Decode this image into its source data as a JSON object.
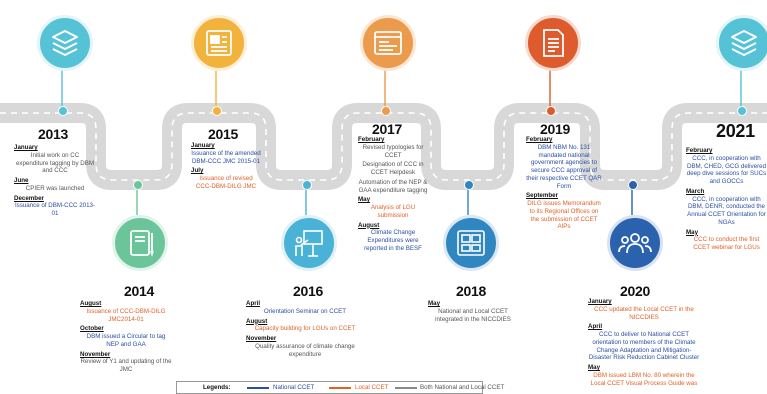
{
  "colors": {
    "national": "#2b4fa3",
    "local": "#e0622a",
    "both": "#8a8a8a",
    "road": "#d8d8d8",
    "road_dash": "#ffffff",
    "c2013": "#56c2d6",
    "c2014": "#6cc59a",
    "c2015": "#f2b33d",
    "c2016": "#4ab2d6",
    "c2017": "#ec9a4b",
    "c2018": "#2f86c0",
    "c2019": "#dd5b2c",
    "c2020": "#2a62ae",
    "c2021": "#56c2d6"
  },
  "icons": {
    "y2013": "layers-icon",
    "y2014": "notebook-icon",
    "y2015": "news-icon",
    "y2016": "presentation-icon",
    "y2017": "browser-window-icon",
    "y2018": "dashboard-icon",
    "y2019": "document-icon",
    "y2020": "people-group-icon",
    "y2021": "layers-icon"
  },
  "y2013": {
    "year": "2013",
    "m1": "January",
    "t1": "Initial work on CC expenditure tagging by DBM and CCC",
    "m2": "June",
    "t2": "CPIER was launched",
    "m3": "December",
    "t3": "Issuance of DBM-CCC 2013-01"
  },
  "y2014": {
    "year": "2014",
    "m1": "August",
    "t1": "Issuance of CCC-DBM-DILG JMC2014-01",
    "m2": "October",
    "t2": "DBM issued a Circular to tag NEP and GAA",
    "m3": "November",
    "t3": "Review of Y1 and updating of the JMC"
  },
  "y2015": {
    "year": "2015",
    "m1": "January",
    "t1": "Issuance of the amended DBM-CCC JMC 2015-01",
    "m2": "July",
    "t2": "Issuance of revised CCC-DBM-DILG JMC"
  },
  "y2016": {
    "year": "2016",
    "m1": "April",
    "t1": "Orientation Seminar on CCET",
    "m2": "August",
    "t2": "Capacity building for LGUs on CCET",
    "m3": "November",
    "t3": "Quality assurance of climate change expenditure"
  },
  "y2017": {
    "year": "2017",
    "m1": "February",
    "t1a": "Revised typologies for CCET",
    "t1b": "Designation of CCC in CCET Helpdesk",
    "t1c": "Automation of the NEP & GAA expenditure tagging",
    "m2": "May",
    "t2": "Analysis of LGU submission",
    "m3": "August",
    "t3": "Climate Change Expenditures were reported in the BESF"
  },
  "y2018": {
    "year": "2018",
    "m1": "May",
    "t1": "National and Local CCET integrated in the NICCDIES"
  },
  "y2019": {
    "year": "2019",
    "m1": "February",
    "t1": "DBM NBM No. 131 mandated national government agencies to secure CCC approval of their respective CCET QAR Form",
    "m2": "September",
    "t2": "DILG issues Memorandum to its Regional Offices on the submission of CCET AIPs"
  },
  "y2020": {
    "year": "2020",
    "m1": "January",
    "t1": "CCC updated the Local CCET in the NICCDIES",
    "m2": "April",
    "t2": "CCC to deliver to National CCET orientation to members of the Climate Change Adaptation and Mitigation-Disaster Risk Reduction Cabinet Cluster",
    "m3": "May",
    "t3": "DBM issued LBM No. 80 wherein the Local CCET Visual Process Guide was"
  },
  "y2021": {
    "year": "2021",
    "m1": "February",
    "t1": "CCC, in cooperation with DBM, CHED, GCG delivered deep dive sessions for SUCs and GOCCs",
    "m2": "March",
    "t2": "CCC, in cooperation with DBM, DENR, conducted the Annual CCET Orientation for NGAs",
    "m3": "May",
    "t3": "CCC to conduct the first CCET webinar for LGUs"
  },
  "legend": {
    "title": "Legends:",
    "national": "National CCET",
    "local": "Local CCET",
    "both": "Both National and Local CCET"
  }
}
